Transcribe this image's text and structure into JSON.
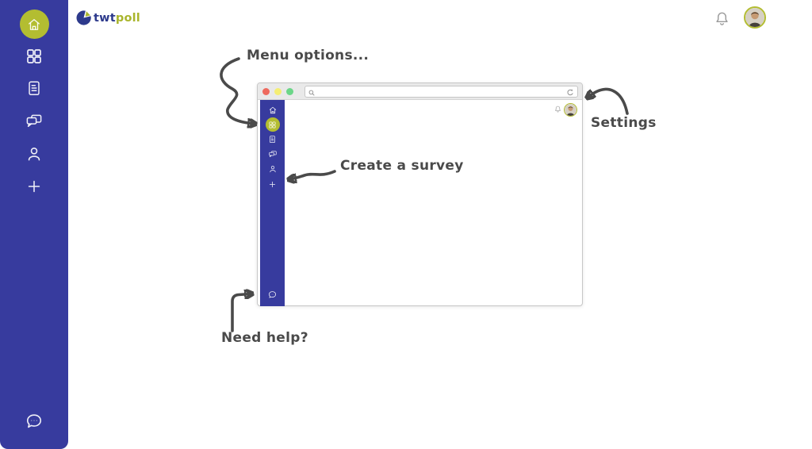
{
  "brand": {
    "twt": "twt",
    "poll": "poll"
  },
  "colors": {
    "sidebar_blue": "#373b9e",
    "accent_green": "#b3bd31",
    "logo_blue": "#2d3a8c",
    "logo_green": "#a9b52c",
    "annotation_gray": "#4a4a4a",
    "traffic_red": "#ee6a5e",
    "traffic_yellow": "#f5ee73",
    "traffic_green": "#6bd688"
  },
  "sidebar": {
    "items": [
      {
        "name": "home",
        "active": true
      },
      {
        "name": "apps-menu",
        "active": false
      },
      {
        "name": "surveys",
        "active": false
      },
      {
        "name": "messages",
        "active": false
      },
      {
        "name": "contacts",
        "active": false
      },
      {
        "name": "create-survey",
        "active": false
      },
      {
        "name": "help-chat",
        "active": false
      }
    ]
  },
  "tutorial": {
    "menu_options_label": "Menu options...",
    "create_survey_label": "Create a survey",
    "settings_label": "Settings",
    "need_help_label": "Need help?",
    "mini_window": {
      "address_bar_value": "",
      "active_item": "apps-menu"
    }
  }
}
